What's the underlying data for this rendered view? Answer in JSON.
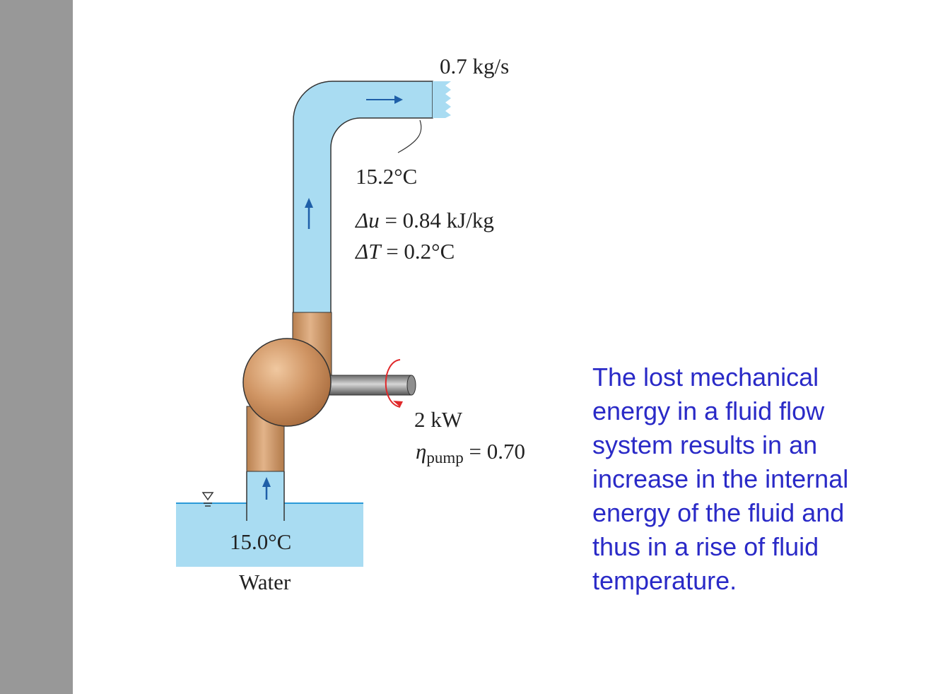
{
  "labels": {
    "mass_flow": "0.7 kg/s",
    "outlet_temp": "15.2°C",
    "delta_u_symbol": "Δu",
    "delta_u_value": " = 0.84 kJ/kg",
    "delta_T_symbol": "ΔT",
    "delta_T_value": " = 0.2°C",
    "power": "2 kW",
    "eta_symbol": "η",
    "eta_subscript": "pump",
    "eta_value": " = 0.70",
    "inlet_temp": "15.0°C",
    "fluid": "Water"
  },
  "caption": "The lost mechanical energy in a fluid flow system results in an increase in the internal energy of the fluid and thus in a rise of fluid temperature.",
  "colors": {
    "water": "#a9dcf2",
    "pump_body": "#c98e5d",
    "shaft": "#8e8e8e",
    "flow_arrow": "#1f5fa8",
    "rotation_arrow": "#e0282a",
    "caption_text": "#2a2ac7",
    "side_bar": "#989898"
  }
}
